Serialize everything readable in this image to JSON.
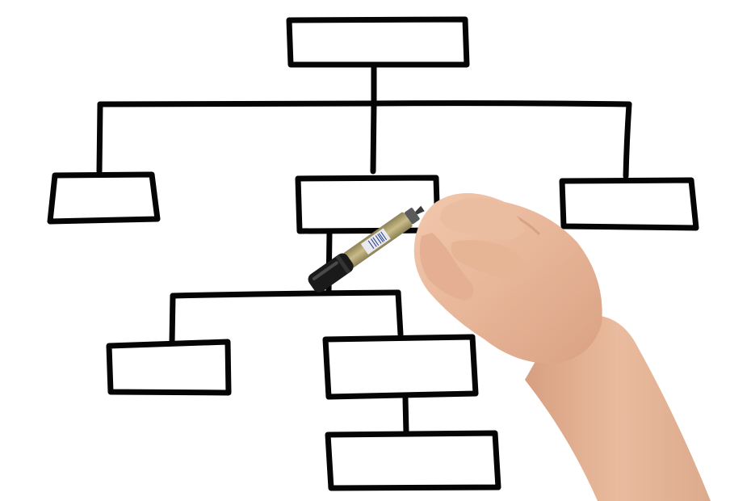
{
  "diagram": {
    "type": "org-chart",
    "boxes": [
      {
        "id": "root",
        "label": ""
      },
      {
        "id": "level2-left",
        "label": ""
      },
      {
        "id": "level2-center",
        "label": ""
      },
      {
        "id": "level2-right",
        "label": ""
      },
      {
        "id": "level3-left",
        "label": ""
      },
      {
        "id": "level3-right",
        "label": ""
      },
      {
        "id": "level4",
        "label": ""
      }
    ],
    "connections": [
      {
        "from": "root",
        "to": "level2-left"
      },
      {
        "from": "root",
        "to": "level2-center"
      },
      {
        "from": "root",
        "to": "level2-right"
      },
      {
        "from": "level2-center",
        "to": "level3-left"
      },
      {
        "from": "level2-center",
        "to": "level3-right"
      },
      {
        "from": "level3-right",
        "to": "level4"
      }
    ]
  },
  "colors": {
    "background": "#ffffff",
    "ink": "#050505",
    "skin": "#e8b89a",
    "skin_shadow": "#d49a7a",
    "marker_body": "#b8a978",
    "marker_cap": "#1a1a1a"
  },
  "icons": {
    "hand": "hand-holding-marker-icon",
    "marker": "marker-icon"
  }
}
